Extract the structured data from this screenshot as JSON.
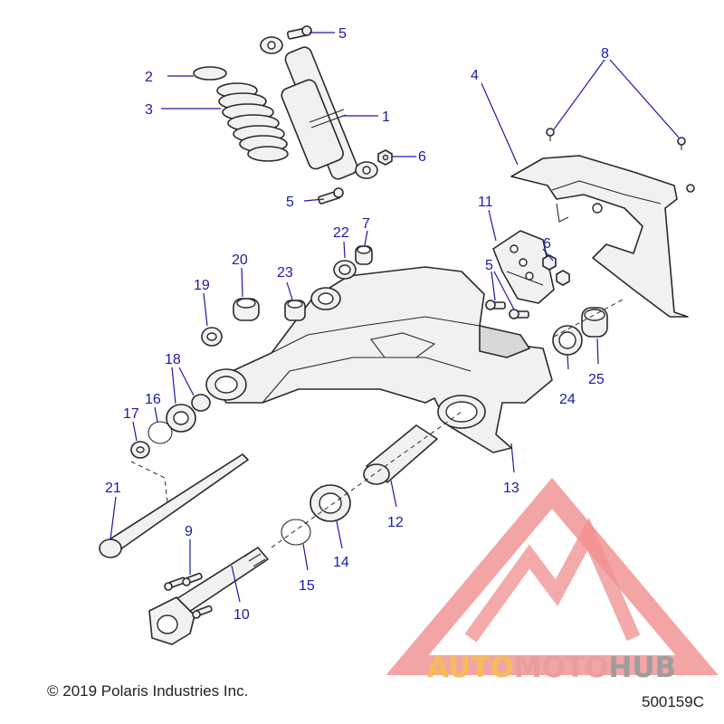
{
  "diagram": {
    "copyright": "© 2019 Polaris Industries Inc.",
    "part_number": "500159C",
    "callouts": [
      "1",
      "2",
      "3",
      "4",
      "5",
      "5",
      "5",
      "6",
      "6",
      "7",
      "8",
      "9",
      "10",
      "11",
      "12",
      "13",
      "14",
      "15",
      "16",
      "17",
      "18",
      "19",
      "20",
      "21",
      "22",
      "23",
      "24",
      "25"
    ]
  },
  "watermark": {
    "text_a": "AUTO",
    "text_b": "MOTO",
    "text_c": "HUB",
    "color_a": "#f3b23c",
    "color_b": "#e88c8c",
    "color_c": "#8c8c8c",
    "triangle_color": "#ee7b7b"
  },
  "colors": {
    "callout": "#1a1aa6",
    "line": "#2a2a2a",
    "part_fill": "#f1f1f1"
  }
}
